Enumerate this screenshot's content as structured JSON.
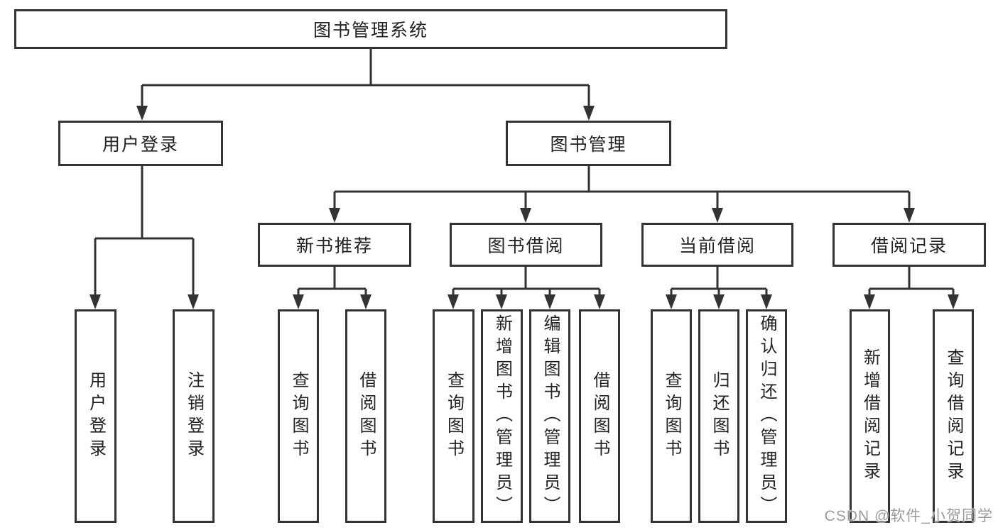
{
  "tree": {
    "label": "图书管理系统",
    "children": [
      {
        "label": "用户登录",
        "children": [
          {
            "label": "用户登录"
          },
          {
            "label": "注销登录"
          }
        ]
      },
      {
        "label": "图书管理",
        "children": [
          {
            "label": "新书推荐",
            "children": [
              {
                "label": "查询图书"
              },
              {
                "label": "借阅图书"
              }
            ]
          },
          {
            "label": "图书借阅",
            "children": [
              {
                "label": "查询图书"
              },
              {
                "label": "新增图书（管理员）"
              },
              {
                "label": "编辑图书（管理员）"
              },
              {
                "label": "借阅图书"
              }
            ]
          },
          {
            "label": "当前借阅",
            "children": [
              {
                "label": "查询图书"
              },
              {
                "label": "归还图书"
              },
              {
                "label": "确认归还（管理员）"
              }
            ]
          },
          {
            "label": "借阅记录",
            "children": [
              {
                "label": "新增借阅记录"
              },
              {
                "label": "查询借阅记录"
              }
            ]
          }
        ]
      }
    ]
  },
  "watermark": {
    "text": "CSDN @软件_小贺同学"
  },
  "colors": {
    "line": "#333333",
    "node_border": "#333333",
    "node_background": "#ffffff",
    "text": "#222222",
    "watermark": "#9b9b9b"
  }
}
